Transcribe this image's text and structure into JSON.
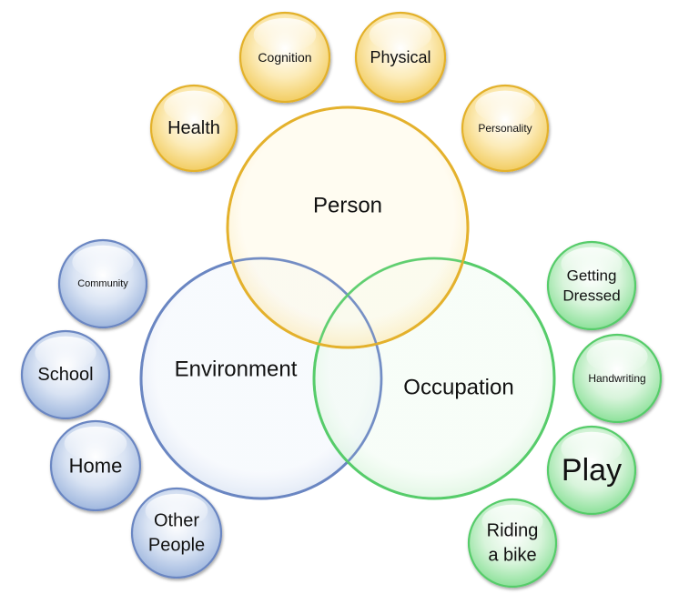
{
  "palette": {
    "person": {
      "stroke": "#E3B12C",
      "fill_light": "#FFF9E6",
      "fill_mid": "#FCEBB8",
      "fill_dark": "#F2CD62"
    },
    "environment": {
      "stroke": "#6A86C2",
      "fill_light": "#F1F5FC",
      "fill_mid": "#D9E3F3",
      "fill_dark": "#9FB7DE"
    },
    "occupation": {
      "stroke": "#57CC6A",
      "fill_light": "#F1FCF2",
      "fill_mid": "#D8F4DB",
      "fill_dark": "#8DE19A"
    }
  },
  "main_circles": {
    "person": {
      "label": "Person",
      "group": "person"
    },
    "environment": {
      "label": "Environment",
      "group": "environment"
    },
    "occupation": {
      "label": "Occupation",
      "group": "occupation"
    }
  },
  "satellites": {
    "health": {
      "lines": [
        "Health"
      ],
      "group": "person"
    },
    "cognition": {
      "lines": [
        "Cognition"
      ],
      "group": "person"
    },
    "physical": {
      "lines": [
        "Physical"
      ],
      "group": "person"
    },
    "personality": {
      "lines": [
        "Personality"
      ],
      "group": "person"
    },
    "community": {
      "lines": [
        "Community"
      ],
      "group": "environment"
    },
    "school": {
      "lines": [
        "School"
      ],
      "group": "environment"
    },
    "home": {
      "lines": [
        "Home"
      ],
      "group": "environment"
    },
    "other_people": {
      "lines": [
        "Other",
        "People"
      ],
      "group": "environment"
    },
    "getting_dressed": {
      "lines": [
        "Getting",
        "Dressed"
      ],
      "group": "occupation"
    },
    "handwriting": {
      "lines": [
        "Handwriting"
      ],
      "group": "occupation"
    },
    "play": {
      "lines": [
        "Play"
      ],
      "group": "occupation"
    },
    "riding_a_bike": {
      "lines": [
        "Riding",
        "a bike"
      ],
      "group": "occupation"
    }
  }
}
